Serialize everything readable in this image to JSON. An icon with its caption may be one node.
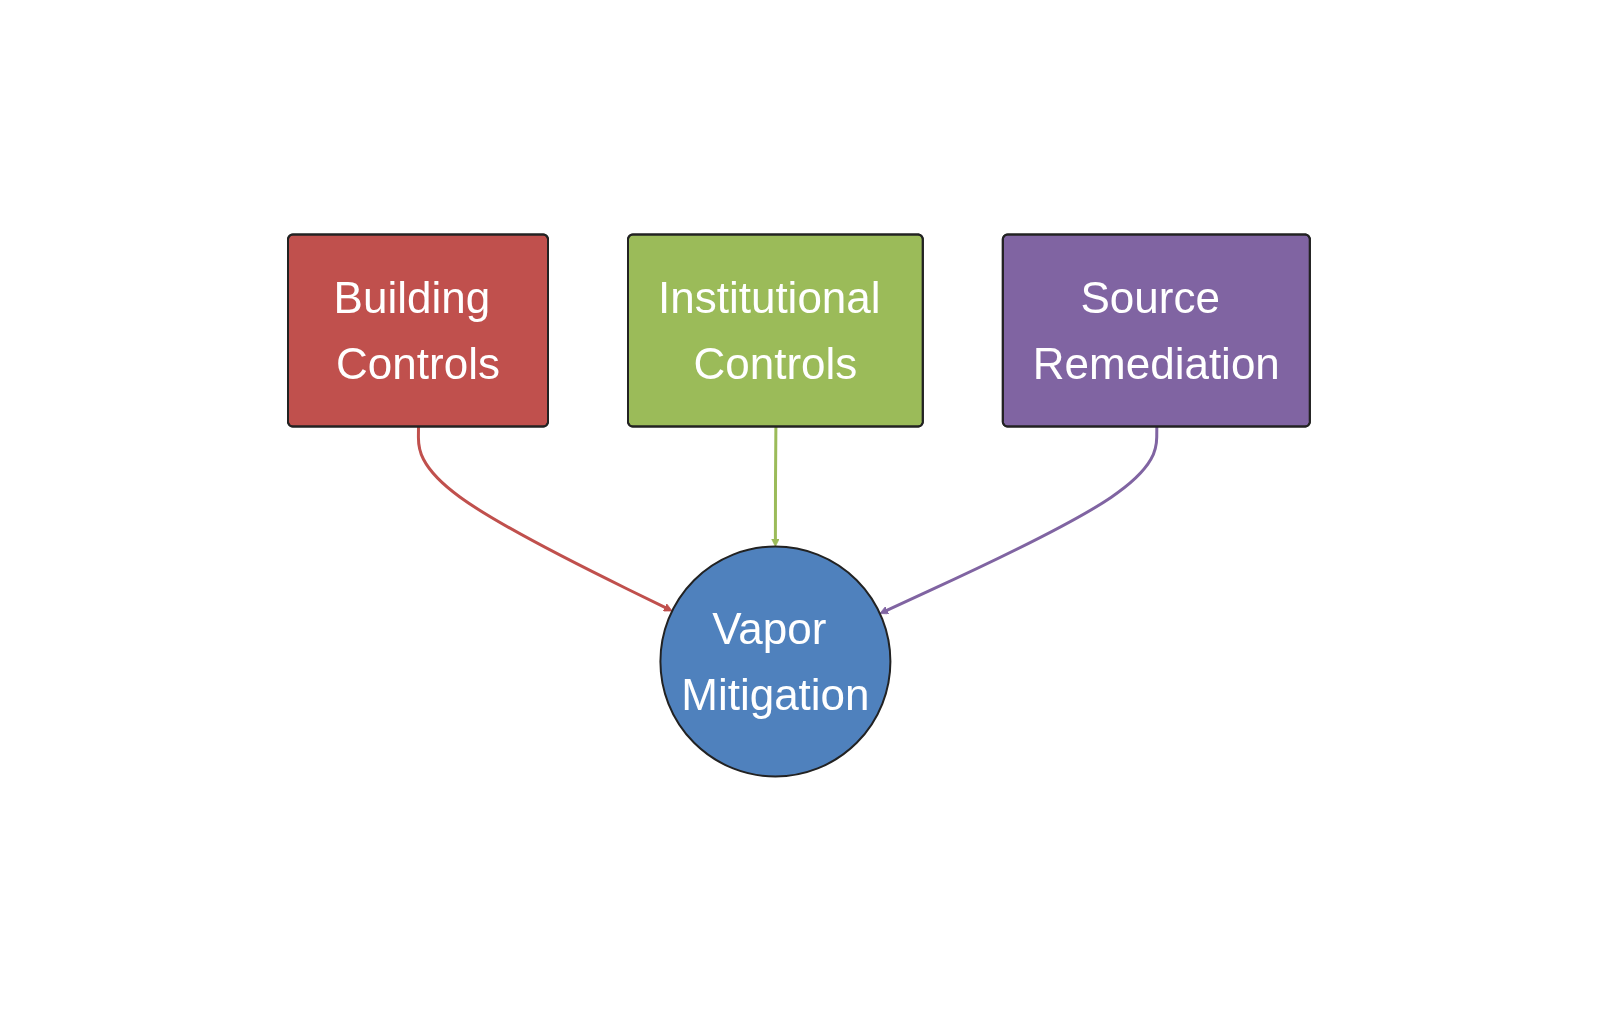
{
  "diagram": {
    "nodes": [
      {
        "text": [
          "Building Controls"
        ]
      },
      {
        "text": [
          "Institutional Controls"
        ]
      },
      {
        "text": [
          "Source Remediation"
        ]
      },
      {
        "text": [
          "Vapor Mitigation"
        ]
      }
    ],
    "edges": [
      {
        "from": 0,
        "to": 3,
        "arrow": "to",
        "color": "#c0504d"
      },
      {
        "from": 1,
        "to": 3,
        "arrow": "to",
        "color": "#9bbb59"
      },
      {
        "from": 2,
        "to": 3,
        "arrow": "to",
        "color": "#8064a2"
      }
    ]
  }
}
